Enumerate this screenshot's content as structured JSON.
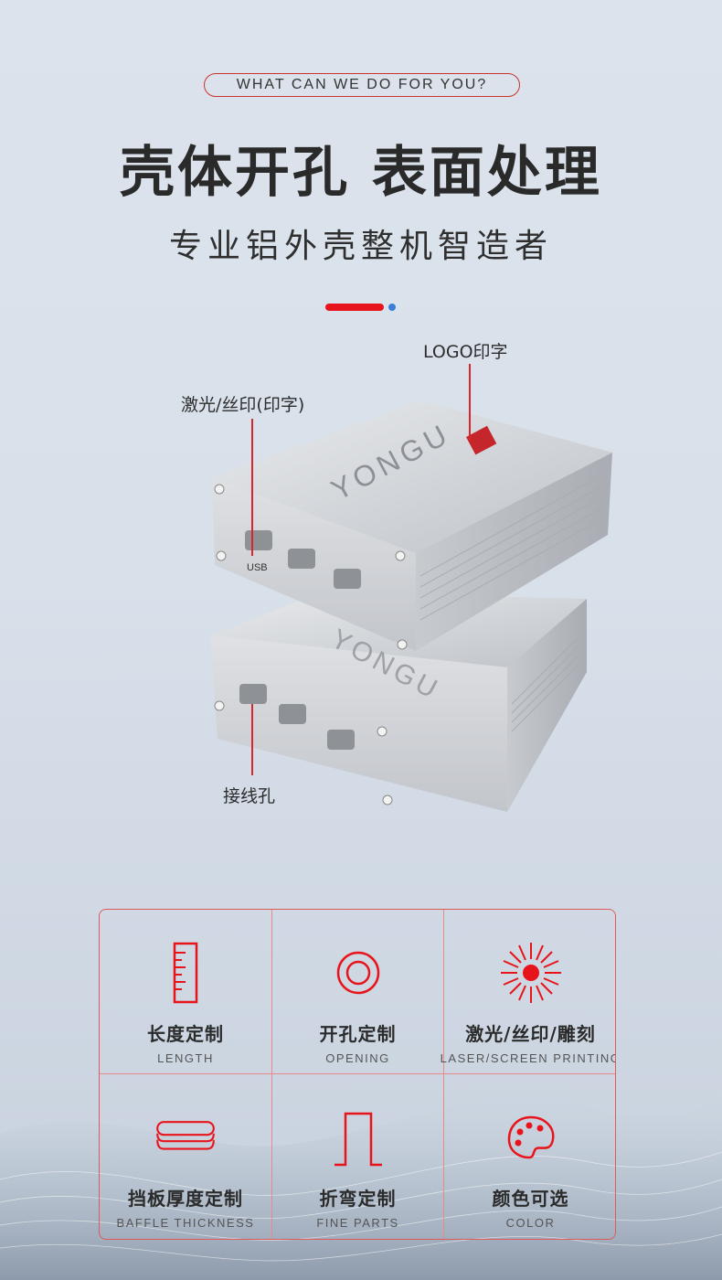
{
  "header": {
    "tagline": "WHAT CAN WE DO FOR YOU?",
    "title": "壳体开孔 表面处理",
    "subtitle": "专业铝外壳整机智造者"
  },
  "product": {
    "brand_text": "YONGU",
    "port_label": "USB",
    "callouts": {
      "logo": "LOGO印字",
      "laser": "激光/丝印(印字)",
      "hole": "接线孔"
    }
  },
  "features": [
    {
      "cn": "长度定制",
      "en": "LENGTH",
      "icon": "ruler-icon"
    },
    {
      "cn": "开孔定制",
      "en": "OPENING",
      "icon": "circle-hole-icon"
    },
    {
      "cn": "激光/丝印/雕刻",
      "en": "LASER/SCREEN PRINTING",
      "icon": "laser-burst-icon"
    },
    {
      "cn": "挡板厚度定制",
      "en": "BAFFLE THICKNESS",
      "icon": "stacked-plates-icon"
    },
    {
      "cn": "折弯定制",
      "en": "FINE PARTS",
      "icon": "bend-icon"
    },
    {
      "cn": "颜色可选",
      "en": "COLOR",
      "icon": "palette-icon"
    }
  ],
  "colors": {
    "accent_red": "#e8141b",
    "accent_blue": "#3a7fd6",
    "grid_border": "#e05a5a"
  }
}
